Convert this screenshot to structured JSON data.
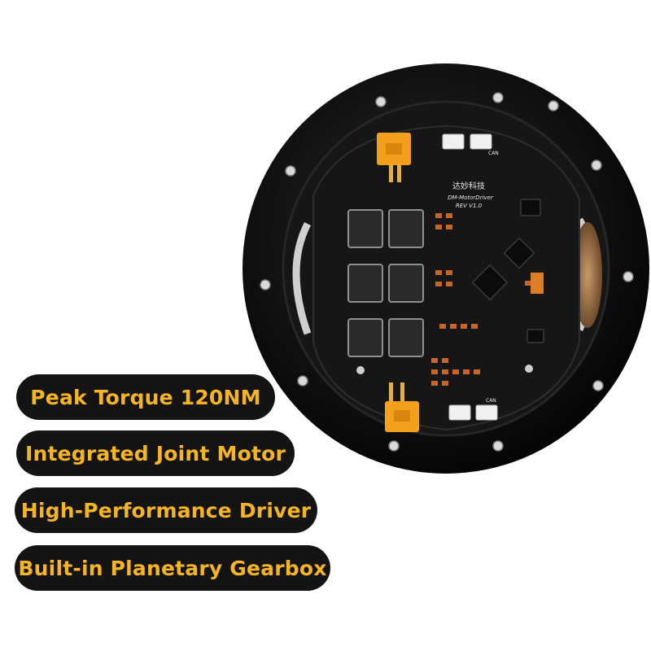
{
  "features": [
    {
      "label": "Peak Torque 120NM"
    },
    {
      "label": "Integrated Joint Motor"
    },
    {
      "label": "High-Performance Driver"
    },
    {
      "label": "Built-in Planetary Gearbox"
    }
  ],
  "pcb": {
    "brand_cn": "达妙科技",
    "model": "DM-MotorDriver",
    "revision": "REV V1.0",
    "can_label": "CAN"
  },
  "colors": {
    "pill_background": "#141414",
    "pill_text": "#f5b422",
    "pcb": "#161616",
    "housing": "#0c0c0c",
    "connector": "#f3a11c"
  }
}
